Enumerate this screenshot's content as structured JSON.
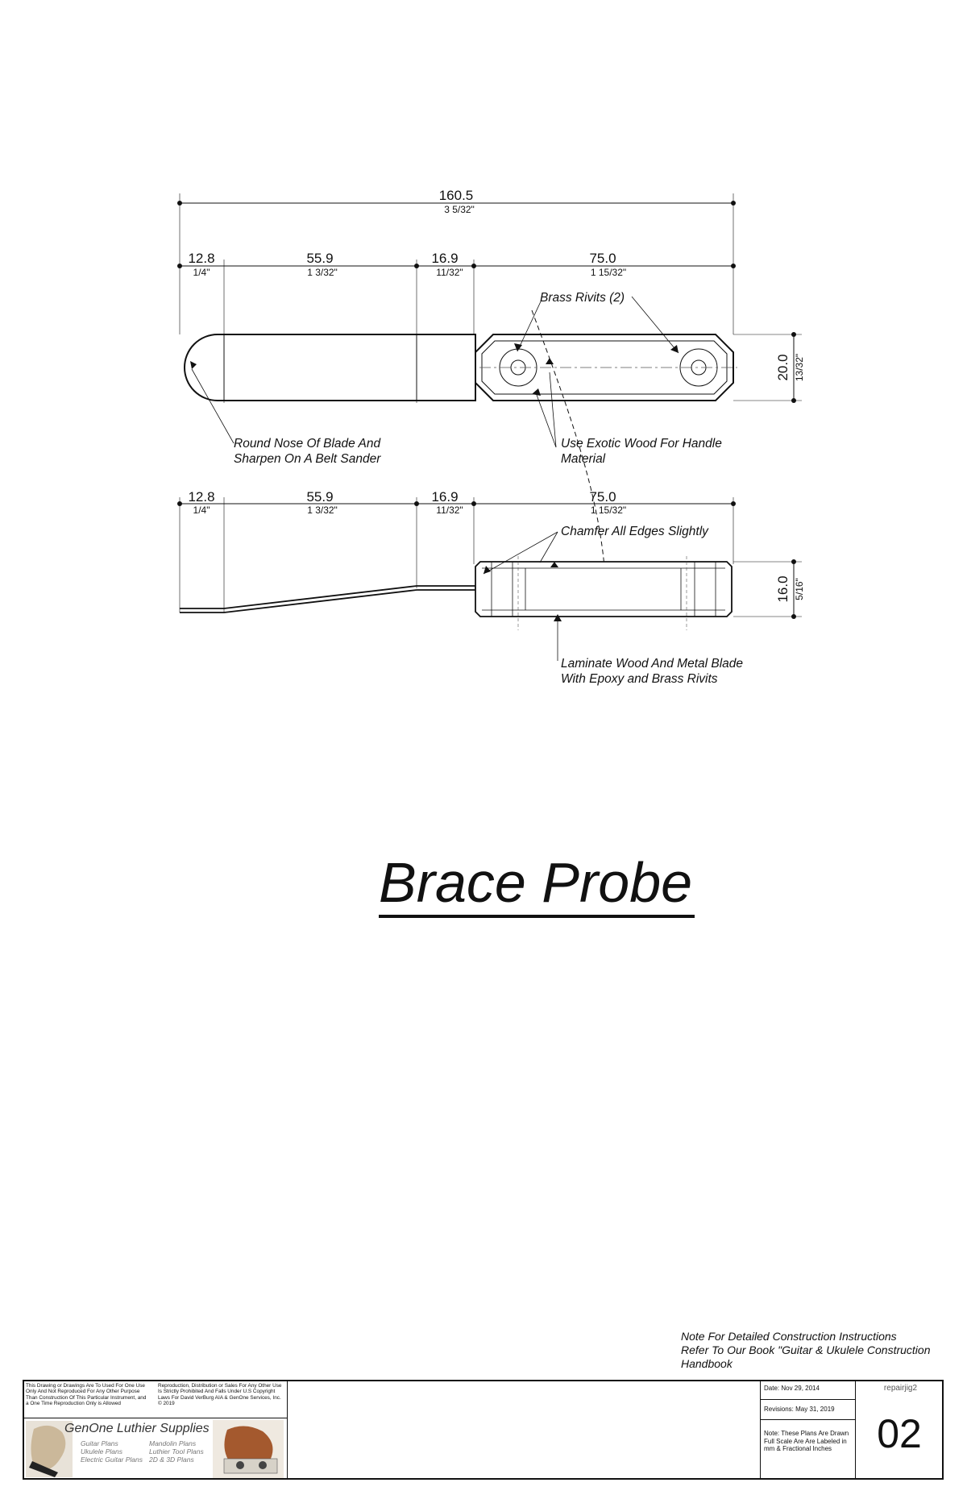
{
  "dims_top": {
    "overall_mm": "160.5",
    "overall_in": "3 5/32\"",
    "seg1_mm": "12.8",
    "seg1_in": "1/4\"",
    "seg2_mm": "55.9",
    "seg2_in": "1 3/32\"",
    "seg3_mm": "16.9",
    "seg3_in": "11/32\"",
    "seg4_mm": "75.0",
    "seg4_in": "1 15/32\"",
    "width_mm": "20.0",
    "width_in": "13/32\""
  },
  "dims_side": {
    "seg1_mm": "12.8",
    "seg1_in": "1/4\"",
    "seg2_mm": "55.9",
    "seg2_in": "1 3/32\"",
    "seg3_mm": "16.9",
    "seg3_in": "11/32\"",
    "seg4_mm": "75.0",
    "seg4_in": "1 15/32\"",
    "height_mm": "16.0",
    "height_in": "5/16\""
  },
  "notes": {
    "brass_rivits": "Brass Rivits (2)",
    "round_nose_1": "Round Nose Of Blade And",
    "round_nose_2": "Sharpen On A Belt Sander",
    "exotic_wood_1": "Use Exotic Wood For Handle",
    "exotic_wood_2": "Material",
    "chamfer": "Chamfer All Edges Slightly",
    "laminate_1": "Laminate Wood And Metal Blade",
    "laminate_2": "With Epoxy and Brass Rivits"
  },
  "title": "Brace Probe",
  "book_note": [
    "Note For Detailed Construction Instructions",
    "Refer To Our Book \"Guitar & Ukulele Construction",
    "Handbook"
  ],
  "title_block": {
    "legal_col1": "This Drawing or Drawings Are To Used For One Use Only And Not Reproduced For Any Other Purpose Than Construction Of This Particular Instrument, and a One Time Reproduction Only is Allowed",
    "legal_col2": "Reproduction, Distribution or Sales For Any Other Use Is Strictly Prohibited And Falls Under U.S Copyright Laws For David VerBurg AIA & GenOne Services, Inc. © 2019",
    "brand": "GenOne Luthier Supplies",
    "sub_left": [
      "Guitar Plans",
      "Ukulele Plans",
      "Electric Guitar Plans"
    ],
    "sub_right": [
      "Mandolin Plans",
      "Luthier Tool Plans",
      "2D & 3D Plans"
    ],
    "date": "Date: Nov 29, 2014",
    "revisions": "Revisions: May 31, 2019",
    "scale_note": "Note: These Plans Are Drawn Full Scale Are Are Labeled in mm & Fractional Inches",
    "drawing_code": "repairjig2",
    "sheet_number": "02"
  },
  "colors": {
    "ink": "#111111",
    "centerline": "#555555"
  }
}
